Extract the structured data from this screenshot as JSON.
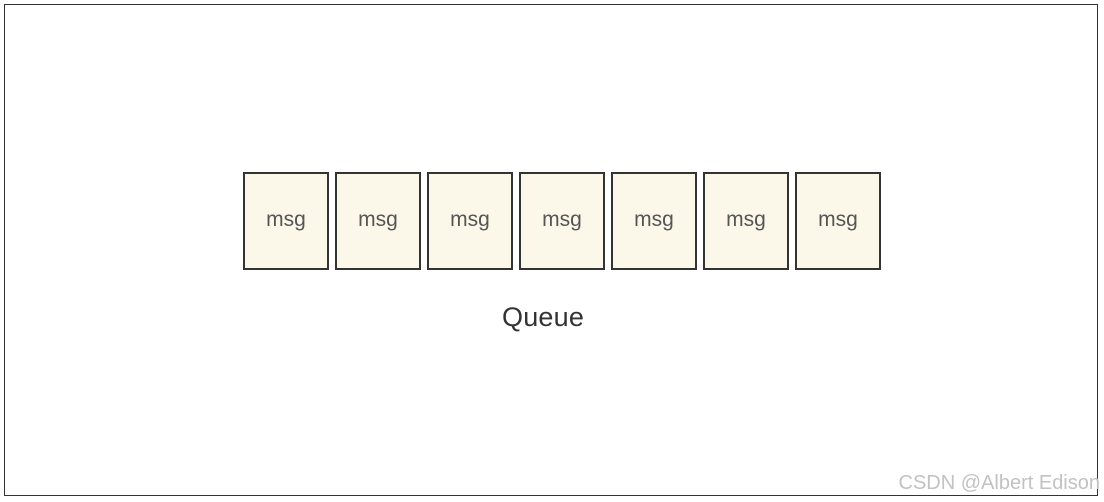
{
  "queue": {
    "items": [
      "msg",
      "msg",
      "msg",
      "msg",
      "msg",
      "msg",
      "msg"
    ],
    "label": "Queue",
    "box_fill": "#fbf8ea",
    "box_stroke": "#333333"
  },
  "watermark": "CSDN @Albert Edison"
}
